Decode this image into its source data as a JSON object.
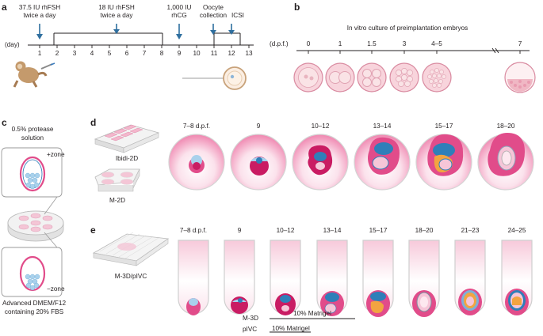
{
  "panel_letters": [
    "a",
    "b",
    "c",
    "d",
    "e"
  ],
  "panel_a": {
    "annotations": [
      {
        "line1": "37.5 IU rhFSH",
        "line2": "twice a day"
      },
      {
        "line1": "18 IU rhFSH",
        "line2": "twice a day"
      },
      {
        "line1": "1,000 IU",
        "line2": "rhCG"
      },
      {
        "line1": "Oocyte",
        "line2": "collection"
      },
      {
        "line1": "ICSI",
        "line2": ""
      }
    ],
    "day_unit": "(day)",
    "days": [
      "1",
      "2",
      "3",
      "4",
      "5",
      "6",
      "7",
      "8",
      "9",
      "10",
      "11",
      "12",
      "13"
    ]
  },
  "panel_b": {
    "title": "In vitro culture of preimplantation embryos",
    "unit": "(d.p.f.)",
    "timepoints": [
      "0",
      "1",
      "1.5",
      "3",
      "4–5",
      "7"
    ]
  },
  "panel_c": {
    "top_label_1": "0.5% protease",
    "top_label_2": "solution",
    "plus_zone": "+zone",
    "minus_zone": "−zone",
    "bottom_label_1": "Advanced DMEM/F12",
    "bottom_label_2": "containing 20% FBS"
  },
  "panel_d": {
    "plate_1": "Ibidi-2D",
    "plate_2": "M-2D",
    "timepoints": [
      "7–8 d.p.f.",
      "9",
      "10–12",
      "13–14",
      "15–17",
      "18–20"
    ]
  },
  "panel_e": {
    "plate": "M-3D/pIVC",
    "timepoints": [
      "7–8 d.p.f.",
      "9",
      "10–12",
      "13–14",
      "15–17",
      "18–20",
      "21–23",
      "24–25"
    ],
    "m3d_label": "M-3D",
    "m3d_condition": "10% Matrigel",
    "pivc_label": "pIVC",
    "pivc_condition": "10% Matrigel"
  },
  "colors": {
    "pink": "#e36a9f",
    "light_pink": "#f6c6d8",
    "blue": "#2f7fb9",
    "light_blue": "#a9d1ec",
    "gray": "#d9d9d9"
  }
}
